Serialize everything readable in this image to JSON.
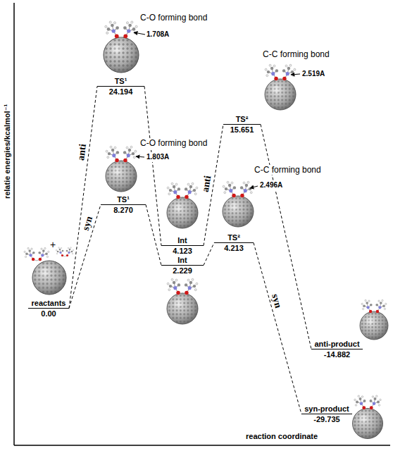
{
  "diagram": {
    "nodes": [
      {
        "text": [
          "reactants",
          "0.00"
        ]
      },
      {
        "text": [
          "TS¹",
          "24.194"
        ]
      },
      {
        "text": [
          "TS¹",
          "8.270"
        ]
      },
      {
        "text": [
          "Int",
          "4.123"
        ]
      },
      {
        "text": [
          "Int",
          "2.229"
        ]
      },
      {
        "text": [
          "TS²",
          "15.651"
        ]
      },
      {
        "text": [
          "TS²",
          "4.213"
        ]
      },
      {
        "text": [
          "anti-product",
          "-14.882"
        ]
      },
      {
        "text": [
          "syn-product",
          "-29.735"
        ]
      }
    ],
    "edges": [
      {
        "from": 0,
        "to": 1,
        "arrow": "none",
        "label": "anti"
      },
      {
        "from": 0,
        "to": 2,
        "arrow": "none",
        "label": "syn"
      },
      {
        "from": 1,
        "to": 3,
        "arrow": "none"
      },
      {
        "from": 2,
        "to": 4,
        "arrow": "none"
      },
      {
        "from": 3,
        "to": 5,
        "arrow": "none",
        "label": "anti"
      },
      {
        "from": 4,
        "to": 6,
        "arrow": "none"
      },
      {
        "from": 5,
        "to": 7,
        "arrow": "none"
      },
      {
        "from": 6,
        "to": 8,
        "arrow": "none",
        "label": "syn"
      }
    ],
    "labels": [
      "relatie energies/kcalmol⁻¹",
      "reaction coordinate",
      "+",
      "C-O forming bond",
      "1.708A",
      "C-O forming bond",
      "1.803A",
      "C-C forming bond",
      "2.519A",
      "C-C forming bond",
      "2.496A"
    ]
  }
}
